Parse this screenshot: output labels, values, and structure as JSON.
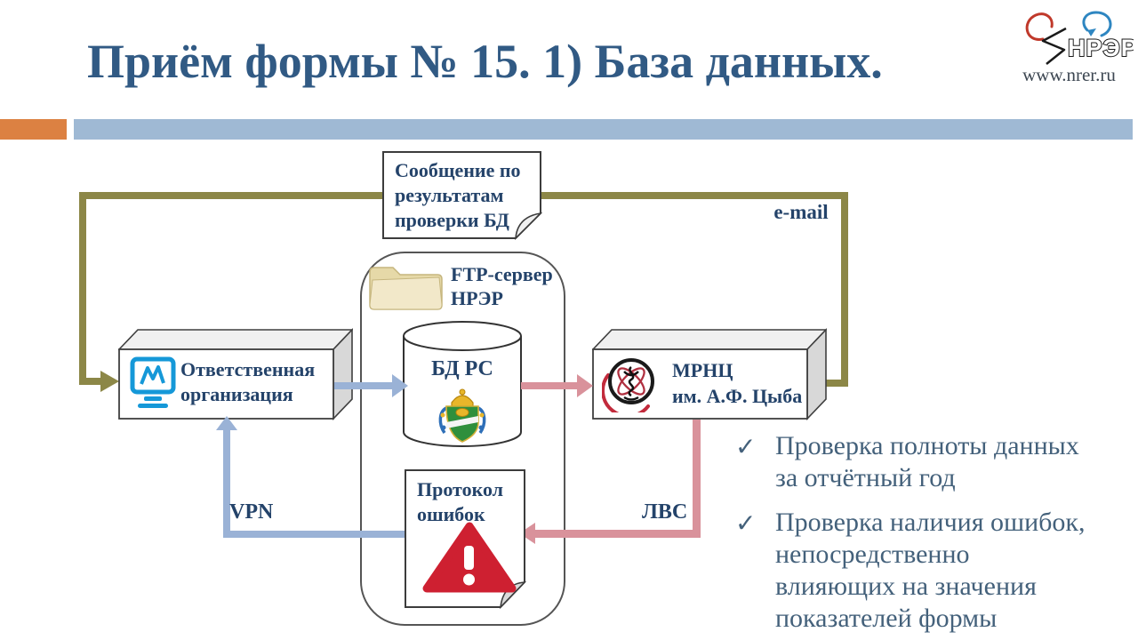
{
  "title": "Приём формы № 15. 1) База данных.",
  "logo": {
    "org": "НРЭР",
    "url": "www.nrer.ru"
  },
  "diagram": {
    "note": "Сообщение по\nрезультатам\nпроверки БД",
    "email": "e-mail",
    "ftp": "FTP-сервер\nНРЭР",
    "db": "БД РС",
    "org_box": "Ответственная\nорганизация",
    "mrnc_box": "МРНЦ\nим. А.Ф. Цыба",
    "error_doc": "Протокол\nошибок",
    "vpn": "VPN",
    "lvs": "ЛВС"
  },
  "checklist": {
    "marker": "✓",
    "items": [
      "Проверка полноты данных\nза отчётный год",
      "Проверка наличия ошибок,\nнепосредственно\nвлияющих на значения\nпоказателей формы"
    ]
  },
  "colors": {
    "title_navy": "#315A84",
    "text_navy": "#24436A",
    "list_slate": "#44617B",
    "accent_orange": "#DC8142",
    "accent_blue": "#9FB9D4",
    "olive_arrow": "#8C8747",
    "blue_arrow": "#9AB2D6",
    "pink_arrow": "#D9929B",
    "warning_red": "#CE2031",
    "folder_manila": "#F2E8C9",
    "monitor_blue": "#1598D8"
  }
}
